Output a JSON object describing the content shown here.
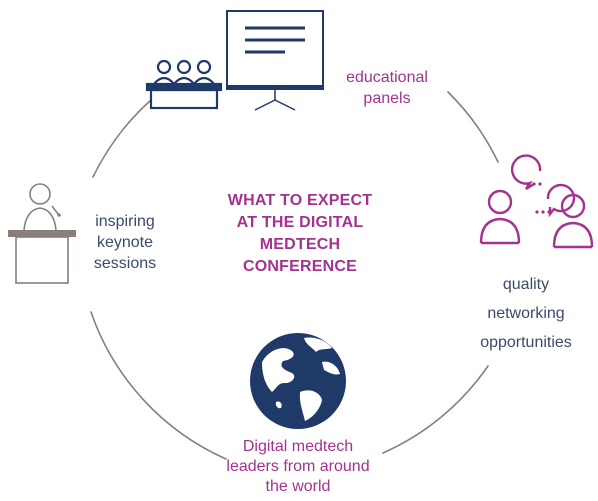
{
  "center_title": [
    "WHAT TO EXPECT",
    "AT THE DIGITAL",
    "MEDTECH",
    "CONFERENCE"
  ],
  "items": {
    "panels": [
      "educational",
      "panels"
    ],
    "keynote": [
      "inspiring",
      "keynote",
      "sessions"
    ],
    "networking": [
      "quality",
      "networking",
      "opportunities"
    ],
    "leaders": [
      "Digital medtech",
      "leaders from around",
      "the world"
    ]
  },
  "colors": {
    "accent": "#a4328f",
    "navy": "#1f3a68",
    "ring": "#8a7e78",
    "text_dark": "#3b4a6b"
  }
}
